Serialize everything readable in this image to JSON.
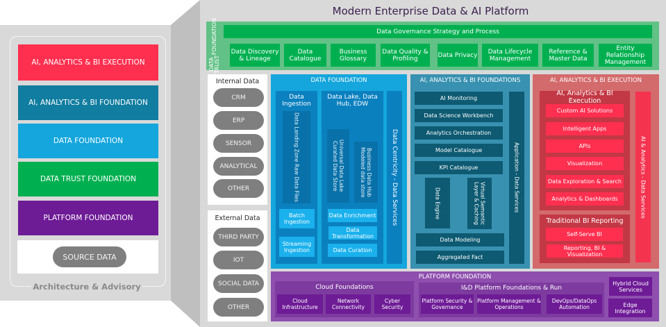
{
  "title": "Modern Enterprise Data & AI Platform",
  "legend": {
    "bands": [
      {
        "label": "AI, ANALYTICS & BI EXECUTION",
        "color": "#ff2f4f"
      },
      {
        "label": "AI, ANALYTICS & BI FOUNDATION",
        "color": "#117da0"
      },
      {
        "label": "DATA FOUNDATION",
        "color": "#14a6dc"
      },
      {
        "label": "DATA TRUST FOUNDATION",
        "color": "#00b050"
      },
      {
        "label": "PLATFORM FOUNDATION",
        "color": "#6e1b96"
      }
    ],
    "source_data": "SOURCE DATA",
    "footer": "Architecture & Advisory"
  },
  "data_trust": {
    "vertical_label_1": "DATA TRUST",
    "vertical_label_2": "FOUNDATION",
    "governance": "Data Governance Strategy and Process",
    "items": [
      "Data Discovery & Lineage",
      "Data Catalogue",
      "Business Glossary",
      "Data Quality & Profiling",
      "Data Privacy",
      "Data Lifecycle Management",
      "Reference & Master Data",
      "Entity Relationship Management"
    ]
  },
  "sources": {
    "internal": {
      "title": "Internal Data",
      "items": [
        "CRM",
        "ERP",
        "SENSOR",
        "ANALYTICAL",
        "OTHER"
      ]
    },
    "external": {
      "title": "External Data",
      "items": [
        "THIRD PARTY",
        "IOT",
        "SOCIAL DATA",
        "OTHER"
      ]
    }
  },
  "data_foundation": {
    "title": "DATA FOUNDATION",
    "ingestion": {
      "title": "Data Ingestion",
      "landing": "Data Landing Zone Raw Data Files",
      "batch": "Batch Ingestion",
      "streaming": "Streaming Ingestion"
    },
    "lake": {
      "title": "Data Lake, Data Hub, EDW",
      "universal": "Universal Data Lake Curated Data Store",
      "business": "Business Data Hub Modeled data store",
      "enrichment": "Data Enrichment",
      "transformation": "Data Transformation",
      "curation": "Data Curation"
    },
    "services": "Data Centricity - Data Services"
  },
  "ai_foundation": {
    "title": "AI, ANALYTICS & BI FOUNDATIONS",
    "items": [
      "AI Monitoring",
      "Data Science Workbench",
      "Analytics Orchestration",
      "Model Catalogue",
      "KPI Catalogue"
    ],
    "data_engine": "Data Engine",
    "semantic": "Virtual Semantic Layer & Caching",
    "modeling": "Data Modeling",
    "aggregated": "Aggregated Fact",
    "services": "Application - Data Services"
  },
  "ai_execution": {
    "title": "AI, ANALYTICS & BI EXECUTION",
    "exec_group": {
      "title": "AI, Analytics & BI Execution",
      "items": [
        "Custom AI Solutions",
        "Intelligent  Apps",
        "APIs",
        "Visualization",
        "Data Exploration & Search",
        "Analytics & Dashboards"
      ]
    },
    "bi_group": {
      "title": "Traditional BI Reporting",
      "items": [
        "Self-Serve BI",
        "Reporting, BI & Visualization"
      ]
    },
    "services": "AI & Analytics - Data Services"
  },
  "platform": {
    "title": "PLATFORM FOUNDATION",
    "cloud": {
      "title": "Cloud Foundations",
      "items": [
        "Cloud Infrastructure",
        "Network Connectivity",
        "Cyber Security"
      ]
    },
    "run": {
      "title": "I&D Platform Foundations & Run",
      "items": [
        "Platform Security & Governance",
        "Platform Management & Operations",
        "DevOps/DataOps Automation"
      ]
    },
    "hybrid": "Hybrid Cloud Services",
    "edge": "Edge Integration"
  }
}
